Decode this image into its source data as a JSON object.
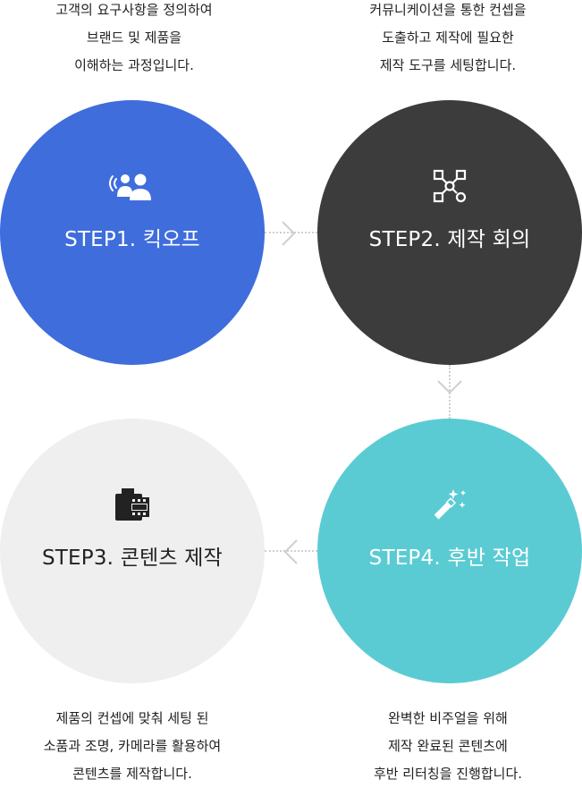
{
  "steps": [
    {
      "label": "STEP1. 킥오프",
      "icon": "meeting-people-icon",
      "color": "#3f6ddc",
      "description": [
        "고객의 요구사항을 정의하여",
        "브랜드 및 제품을",
        "이해하는 과정입니다."
      ]
    },
    {
      "label": "STEP2. 제작 회의",
      "icon": "network-nodes-icon",
      "color": "#3c3c3c",
      "description": [
        "커뮤니케이션을 통한 컨셉을",
        "도출하고 제작에 필요한",
        "제작 도구를 세팅합니다."
      ]
    },
    {
      "label": "STEP3. 콘텐츠 제작",
      "icon": "film-roll-icon",
      "color": "#efefef",
      "description": [
        "제품의 컨셉에 맞춰 세팅 된",
        "소품과 조명, 카메라를 활용하여",
        "콘텐츠를 제작합니다."
      ]
    },
    {
      "label": "STEP4. 후반 작업",
      "icon": "magic-wand-icon",
      "color": "#5bcbd3",
      "description": [
        "완벽한 비주얼을 위해",
        "제작 완료된 콘텐츠에",
        "후반 리터칭을 진행합니다."
      ]
    }
  ]
}
